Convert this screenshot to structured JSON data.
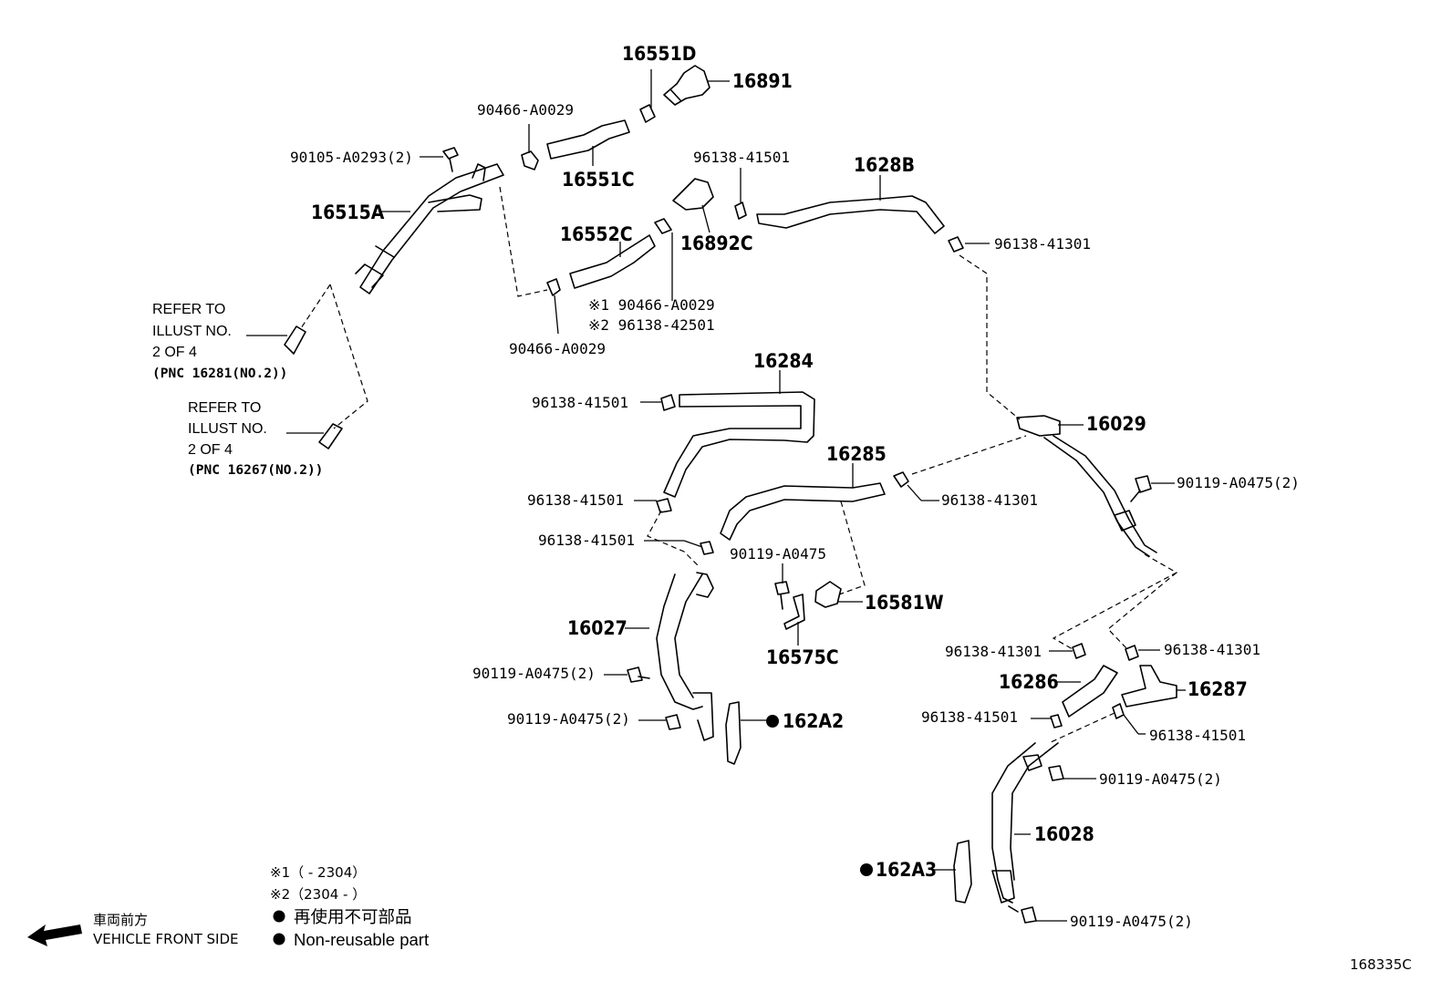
{
  "parts": {
    "p16551D": "16551D",
    "p16891": "16891",
    "p90466_top": "90466-A0029",
    "p90105": "90105-A0293(2)",
    "p16551C": "16551C",
    "p16515A": "16515A",
    "p96138_41501_top": "96138-41501",
    "p1628B": "1628B",
    "p16892C": "16892C",
    "p16552C": "16552C",
    "p96138_41301_top": "96138-41301",
    "note1": "※1  90466-A0029",
    "note2": "※2  96138-42501",
    "p90466_bottom": "90466-A0029",
    "p16284": "16284",
    "p96138_41501_a": "96138-41501",
    "p16029": "16029",
    "p16285": "16285",
    "p90119_right": "90119-A0475(2)",
    "p96138_41501_b": "96138-41501",
    "p96138_41301_mid": "96138-41301",
    "p96138_41501_c": "96138-41501",
    "p90119_center": "90119-A0475",
    "p16581W": "16581W",
    "p16027": "16027",
    "p16575C": "16575C",
    "p96138_41301_l": "96138-41301",
    "p96138_41301_r": "96138-41301",
    "p16286": "16286",
    "p16287": "16287",
    "p90119_left1": "90119-A0475(2)",
    "p96138_41501_l": "96138-41501",
    "p96138_41501_r": "96138-41501",
    "p90119_left2": "90119-A0475(2)",
    "p162A2": "162A2",
    "p90119_r2": "90119-A0475(2)",
    "p16028": "16028",
    "p162A3": "162A3",
    "p90119_r3": "90119-A0475(2)"
  },
  "refer1": {
    "line1": "REFER TO",
    "line2": "ILLUST NO.",
    "line3": "2 OF 4",
    "line4": "(PNC 16281(NO.2))"
  },
  "refer2": {
    "line1": "REFER TO",
    "line2": "ILLUST NO.",
    "line3": "2 OF 4",
    "line4": "(PNC 16267(NO.2))"
  },
  "legend": {
    "note1": "※1（        - 2304）",
    "note2": "※2（2304  -        ）",
    "nonreusable_jp": "再使用不可部品",
    "nonreusable_en": "Non-reusable part",
    "front_jp": "車両前方",
    "front_en": "VEHICLE FRONT SIDE"
  },
  "illustration_no": "168335C"
}
